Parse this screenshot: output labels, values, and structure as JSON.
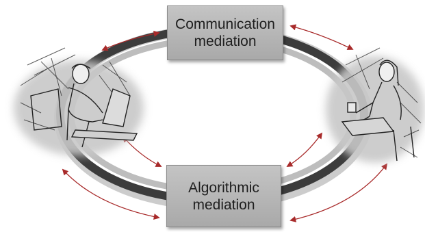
{
  "diagram": {
    "top_box": {
      "line1": "Communication",
      "line2": "mediation"
    },
    "bottom_box": {
      "line1": "Algorithmic",
      "line2": "mediation"
    }
  },
  "colors": {
    "ring_dark": "#3c3c3c",
    "ring_light": "#bdbdbd",
    "box_fill": "#b5b5b5",
    "arrow": "#a82a2a",
    "sketch_shade": "#c8c8c8",
    "sketch_line": "#333333"
  },
  "illustrations": {
    "left": "man-at-laptop-sketch",
    "right": "woman-at-desk-sketch"
  }
}
